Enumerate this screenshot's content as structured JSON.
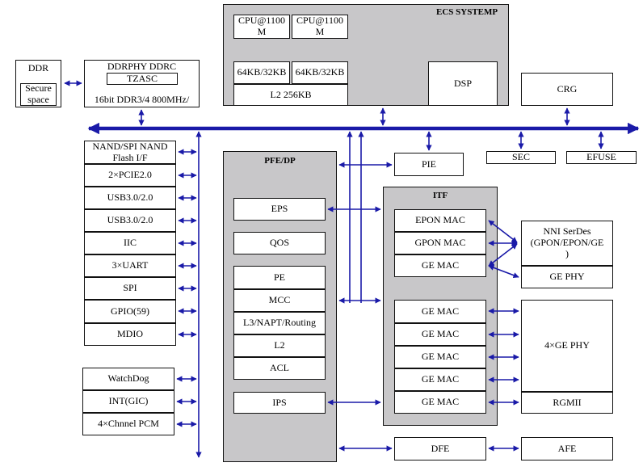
{
  "colors": {
    "arrow": "#1a1aa8",
    "group_fill": "#c8c7c9",
    "border": "#111111"
  },
  "ecs": {
    "title": "ECS SYSTEMP",
    "cpu1": "CPU@1100 M",
    "cpu2": "CPU@1100 M",
    "cache1": "64KB/32KB",
    "cache2": "64KB/32KB",
    "l2": "L2 256KB",
    "dsp": "DSP"
  },
  "ddr": {
    "title": "DDR",
    "secure": "Secure space"
  },
  "ddrphy": {
    "title": "DDRPHY DDRC",
    "tzasc": "TZASC",
    "spec": "16bit DDR3/4 800MHz/"
  },
  "crg": "CRG",
  "pie": "PIE",
  "sec": "SEC",
  "efuse": "EFUSE",
  "peripherals": [
    "NAND/SPI NAND Flash I/F",
    "2×PCIE2.0",
    "USB3.0/2.0",
    "USB3.0/2.0",
    "IIC",
    "3×UART",
    "SPI",
    "GPIO(59)",
    "MDIO"
  ],
  "misc": [
    "WatchDog",
    "INT(GIC)",
    "4×Chnnel PCM"
  ],
  "pfe": {
    "title": "PFE/DP",
    "eps": "EPS",
    "qos": "QOS",
    "pe_items": [
      "PE",
      "MCC",
      "L3/NAPT/Routing",
      "L2",
      "ACL"
    ],
    "ips": "IPS"
  },
  "itf": {
    "title": "ITF",
    "top_macs": [
      "EPON MAC",
      "GPON MAC",
      "GE MAC"
    ],
    "bottom_macs": [
      "GE MAC",
      "GE MAC",
      "GE MAC",
      "GE MAC",
      "GE MAC"
    ]
  },
  "nni": "NNI SerDes (GPON/EPON/GE )",
  "gephy": "GE PHY",
  "gephy4": "4×GE PHY",
  "rgmii": "RGMII",
  "dfe": "DFE",
  "afe": "AFE"
}
